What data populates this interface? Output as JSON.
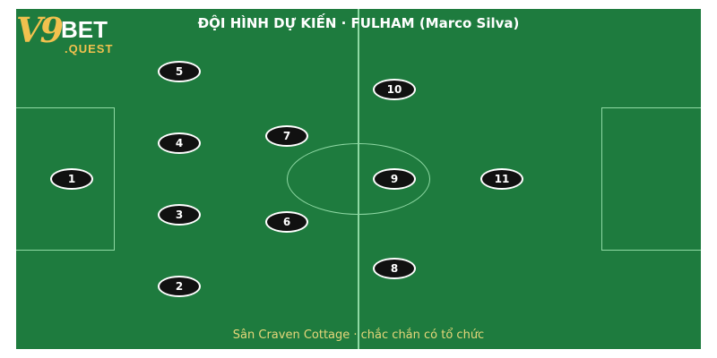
{
  "title": "ĐỘI HÌNH DỰ KIẾN · FULHAM (Marco Silva)",
  "footer": "Sân Craven Cottage · chắc chắn có tổ chức",
  "logo": {
    "part1": "V9",
    "part2": "BET",
    "part3": ".QUEST"
  },
  "players": [
    {
      "number": "1"
    },
    {
      "number": "2"
    },
    {
      "number": "3"
    },
    {
      "number": "4"
    },
    {
      "number": "5"
    },
    {
      "number": "6"
    },
    {
      "number": "7"
    },
    {
      "number": "8"
    },
    {
      "number": "9"
    },
    {
      "number": "10"
    },
    {
      "number": "11"
    }
  ],
  "colors": {
    "pitch": "#1e7b3e",
    "lines": "#8fd9a4",
    "marker": "#111111",
    "footer_text": "#e6d77a",
    "logo_gold": "#f2c14e"
  }
}
